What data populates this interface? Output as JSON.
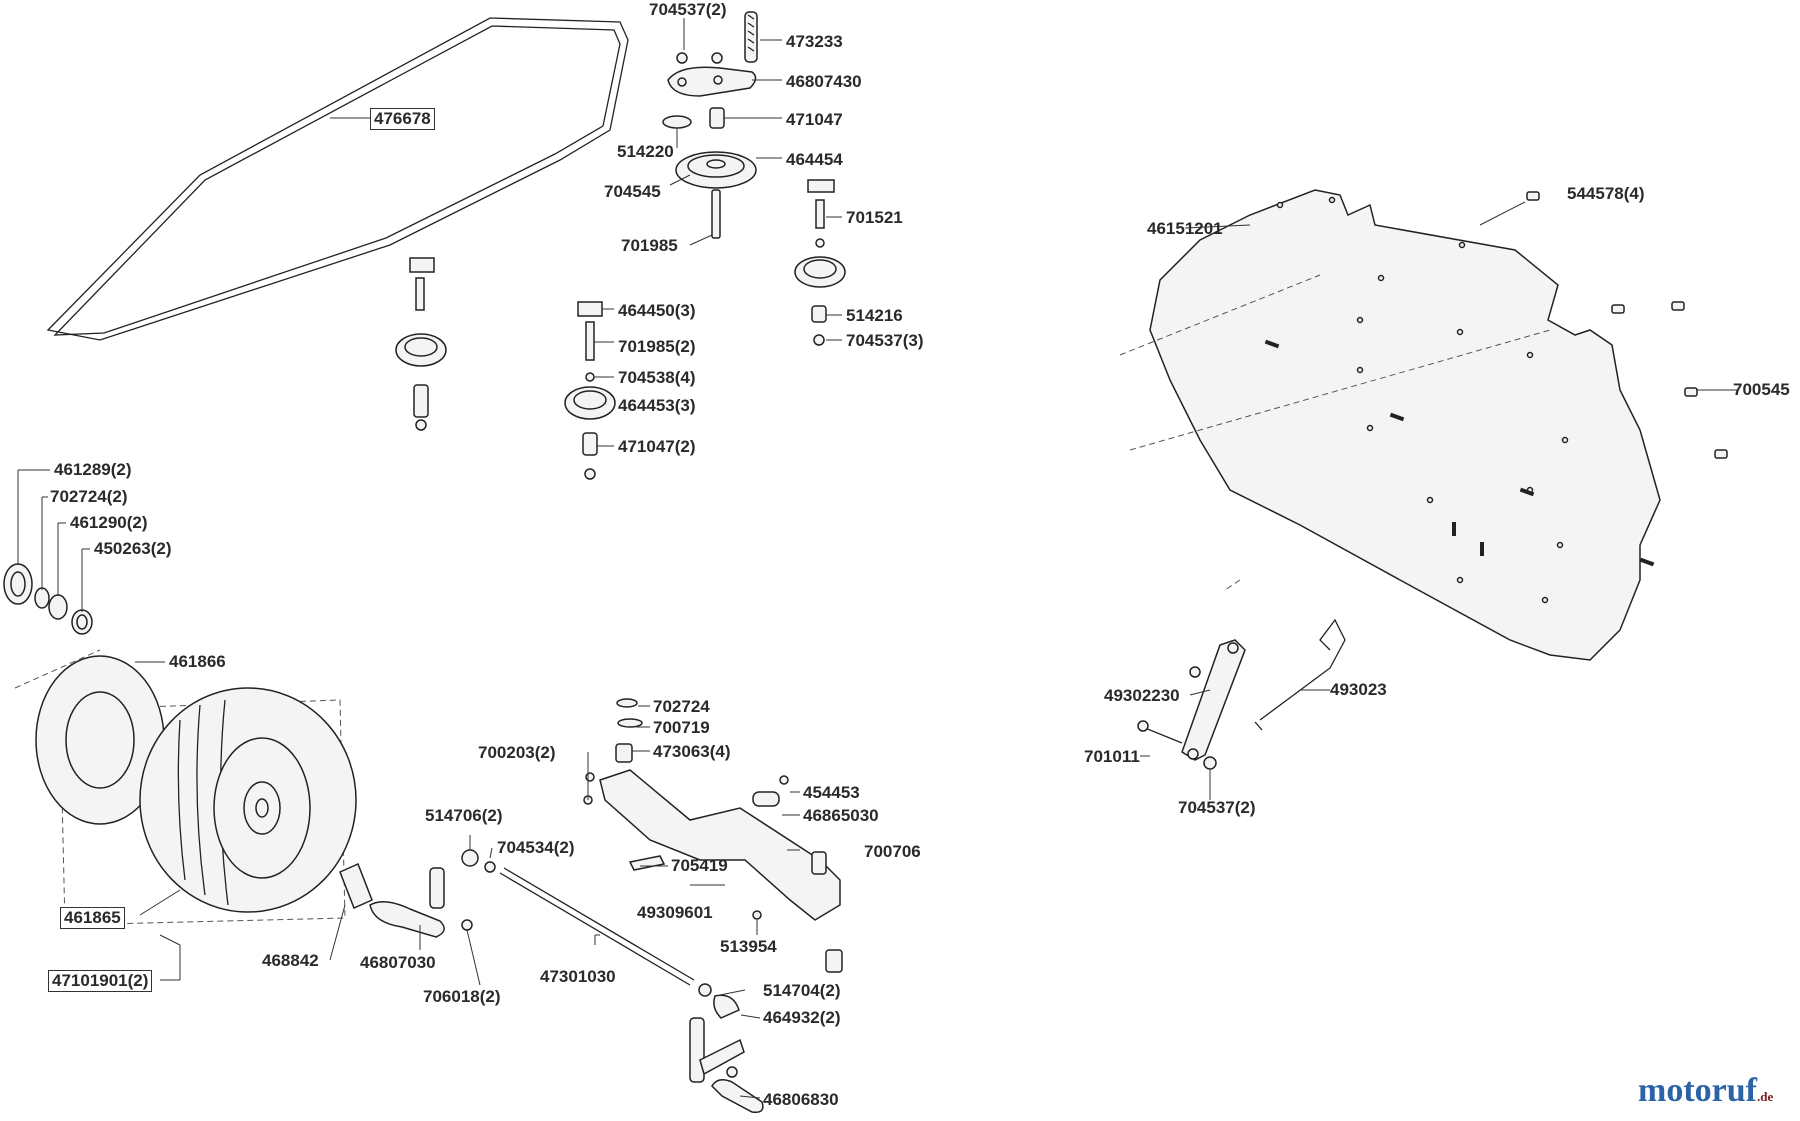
{
  "diagram": {
    "parts": {
      "belt": "476678",
      "nut_top": "704537(2)",
      "spring": "473233",
      "idler_arm": "46807430",
      "spacer_top": "471047",
      "washer_514220": "514220",
      "pulley_464454": "464454",
      "bolt_704545": "704545",
      "bolt_701985": "701985",
      "guard_464450": "464450(3)",
      "bolt_701985_2": "701985(2)",
      "washer_704538": "704538(4)",
      "pulley_464453": "464453(3)",
      "spacer_471047_2": "471047(2)",
      "bolt_701521": "701521",
      "spacer_514216": "514216",
      "nut_704537_3": "704537(3)",
      "bearing_461289": "461289(2)",
      "clip_702724_2": "702724(2)",
      "washer_461290": "461290(2)",
      "bushing_450263": "450263(2)",
      "tube_461866": "461866",
      "tire_461865": "461865",
      "wheel_assy": "47101901(2)",
      "bearing_468842": "468842",
      "spindle_46807030": "46807030",
      "nut_706018": "706018(2)",
      "ball_joint_514706": "514706(2)",
      "nut_704534": "704534(2)",
      "tie_rod": "47301030",
      "ball_joint_514704": "514704(2)",
      "nut_464932": "464932(2)",
      "spindle_46806830": "46806830",
      "grease_700203": "700203(2)",
      "clip_702724": "702724",
      "washer_700719": "700719",
      "bushing_473063": "473063(4)",
      "cap_454453": "454453",
      "axle_46865030": "46865030",
      "pin_705419": "705419",
      "fitting_700706": "700706",
      "axle_49309601": "49309601",
      "bolt_513954": "513954",
      "deck_plate": "46151201",
      "bolt_544578": "544578(4)",
      "bolt_700545": "700545",
      "bracket_49302230": "49302230",
      "rod_493023": "493023",
      "bolt_701011": "701011",
      "nut_704537_2b": "704537(2)"
    }
  },
  "watermark": {
    "brand": "motoruf",
    "tld": ".de"
  }
}
